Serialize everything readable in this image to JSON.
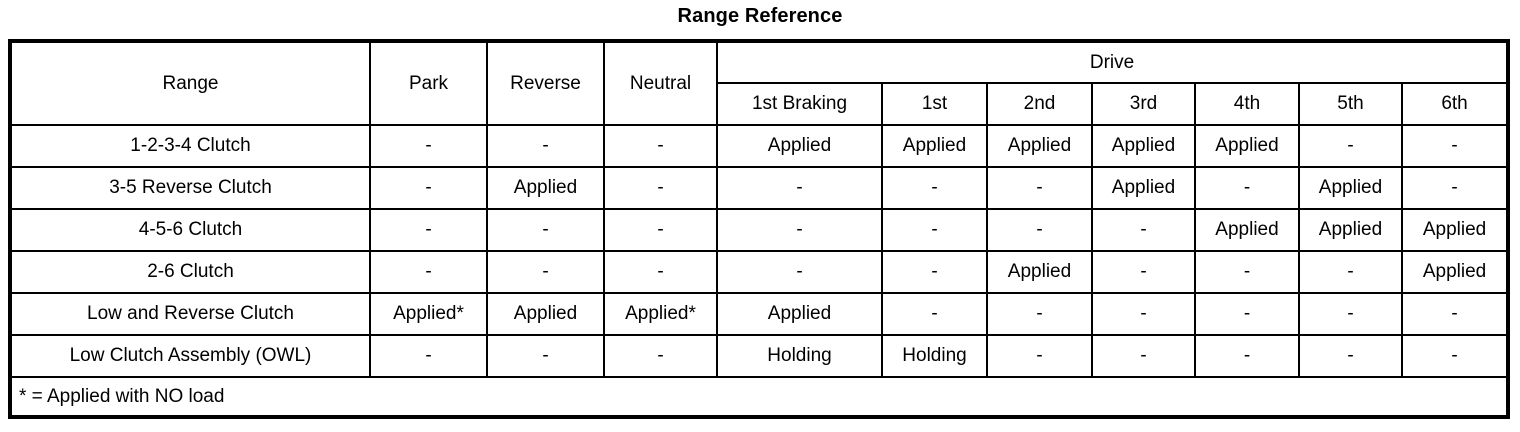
{
  "title": "Range Reference",
  "table": {
    "corner_label": "Range",
    "group_header": "Drive",
    "static_columns": [
      "Park",
      "Reverse",
      "Neutral"
    ],
    "drive_columns": [
      "1st Braking",
      "1st",
      "2nd",
      "3rd",
      "4th",
      "5th",
      "6th"
    ],
    "rows": [
      {
        "label": "1-2-3-4 Clutch",
        "cells": [
          "-",
          "-",
          "-",
          "Applied",
          "Applied",
          "Applied",
          "Applied",
          "Applied",
          "-",
          "-"
        ]
      },
      {
        "label": "3-5 Reverse Clutch",
        "cells": [
          "-",
          "Applied",
          "-",
          "-",
          "-",
          "-",
          "Applied",
          "-",
          "Applied",
          "-"
        ]
      },
      {
        "label": "4-5-6 Clutch",
        "cells": [
          "-",
          "-",
          "-",
          "-",
          "-",
          "-",
          "-",
          "Applied",
          "Applied",
          "Applied"
        ]
      },
      {
        "label": "2-6 Clutch",
        "cells": [
          "-",
          "-",
          "-",
          "-",
          "-",
          "Applied",
          "-",
          "-",
          "-",
          "Applied"
        ]
      },
      {
        "label": "Low and Reverse Clutch",
        "cells": [
          "Applied*",
          "Applied",
          "Applied*",
          "Applied",
          "-",
          "-",
          "-",
          "-",
          "-",
          "-"
        ]
      },
      {
        "label": "Low Clutch Assembly (OWL)",
        "cells": [
          "-",
          "-",
          "-",
          "Holding",
          "Holding",
          "-",
          "-",
          "-",
          "-",
          "-"
        ]
      }
    ],
    "footnote": "* = Applied with NO load"
  }
}
